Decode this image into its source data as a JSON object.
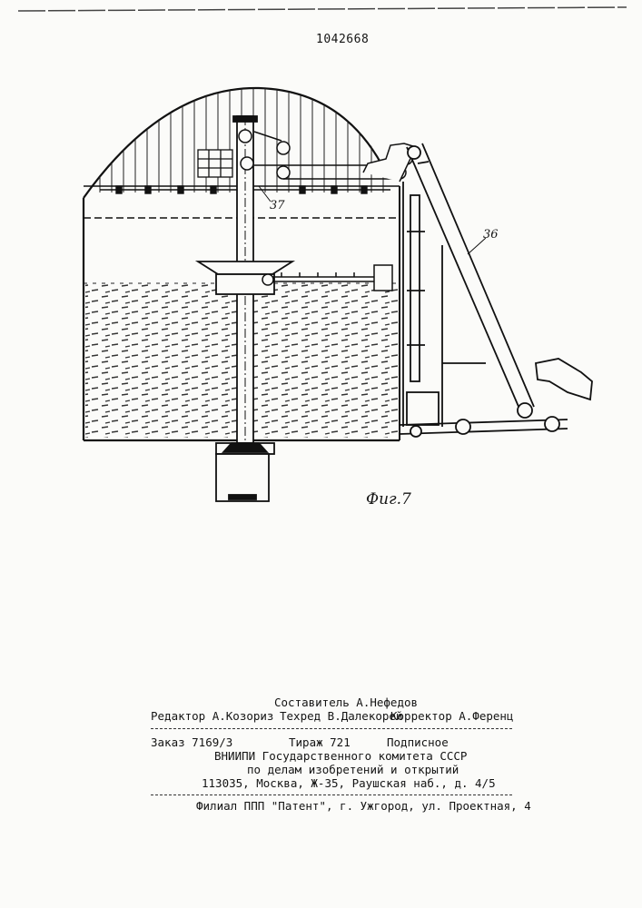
{
  "header": {
    "patent_number": "1042668"
  },
  "figure": {
    "caption": "Фиг.7",
    "labels": {
      "label_37": "37",
      "label_36": "36"
    }
  },
  "imprint": {
    "compiler": "Составитель А.Нефедов",
    "editor": "Редактор А.Козориз",
    "tech_editor": "Техред В.Далекорей",
    "proofreader": "Корректор А.Ференц",
    "order": "Заказ 7169/3",
    "circulation": "Тираж 721",
    "subscription": "Подписное",
    "org_line1": "ВНИИПИ Государственного комитета СССР",
    "org_line2": "по делам изобретений и открытий",
    "address": "113035, Москва, Ж-35, Раушская наб., д. 4/5",
    "branch": "Филиал ППП \"Патент\", г. Ужгород, ул. Проектная, 4"
  }
}
